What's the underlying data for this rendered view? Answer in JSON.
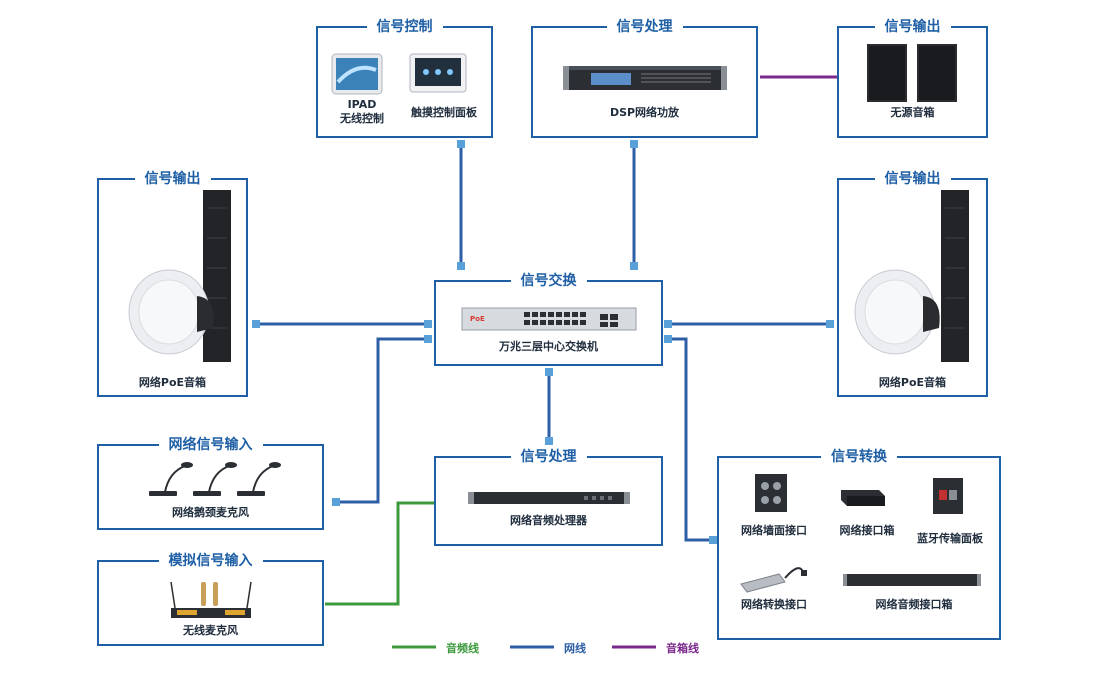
{
  "colors": {
    "frame": "#1f5fa5",
    "network": "#2e5fa6",
    "audio": "#3d9a3d",
    "speaker": "#7b2a8c"
  },
  "boxes": {
    "signal_control": {
      "title": "信号控制",
      "ipad_label_1": "IPAD",
      "ipad_label_2": "无线控制",
      "panel_label": "触摸控制面板"
    },
    "signal_process_top": {
      "title": "信号处理",
      "dsp_label": "DSP网络功放"
    },
    "signal_output_top_right": {
      "title": "信号输出",
      "label": "无源音箱"
    },
    "signal_output_left": {
      "title": "信号输出",
      "label": "网络PoE音箱"
    },
    "signal_output_right": {
      "title": "信号输出",
      "label": "网络PoE音箱"
    },
    "signal_switch": {
      "title": "信号交换",
      "label": "万兆三层中心交换机",
      "poe_text": "PoE"
    },
    "network_input": {
      "title": "网络信号输入",
      "label": "网络鹅颈麦克风"
    },
    "signal_process_mid": {
      "title": "信号处理",
      "label": "网络音频处理器"
    },
    "signal_convert": {
      "title": "信号转换",
      "wall_label": "网络墙面接口",
      "box_label": "网络接口箱",
      "bt_label": "蓝牙传输面板",
      "adapter_label": "网络转换接口",
      "audio_box_label": "网络音频接口箱"
    },
    "analog_input": {
      "title": "模拟信号输入",
      "label": "无线麦克风"
    }
  },
  "legend": {
    "audio_line": "音频线",
    "network_line": "网线",
    "speaker_line": "音箱线"
  }
}
